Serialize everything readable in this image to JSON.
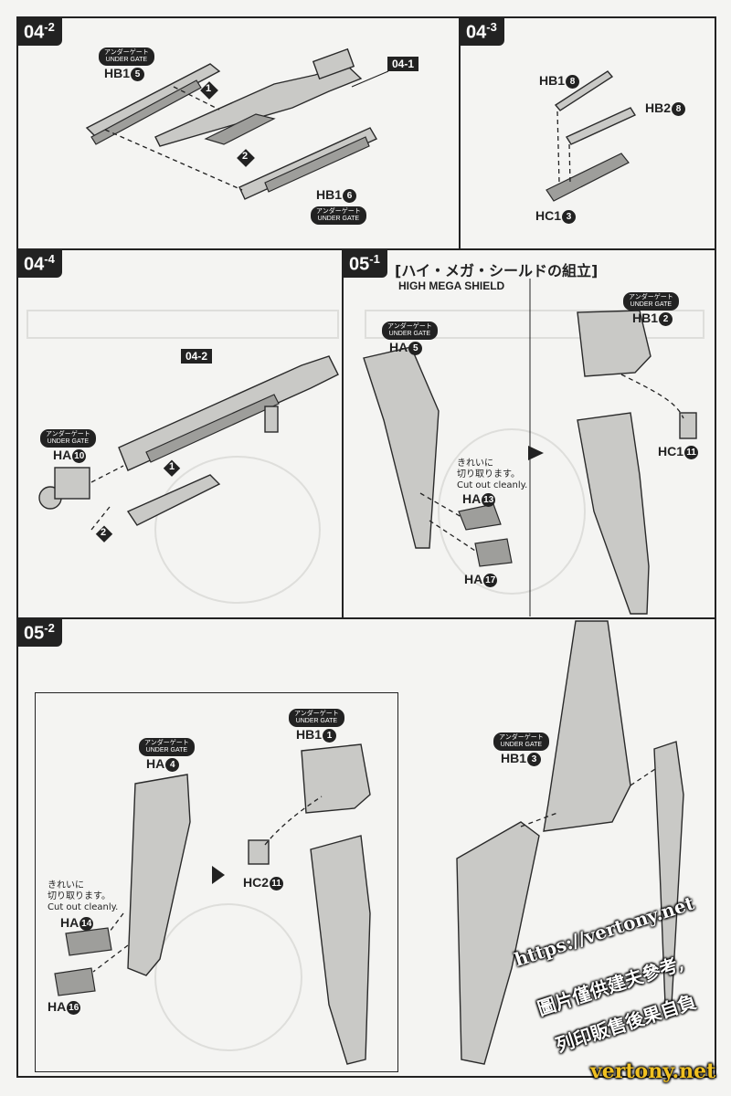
{
  "steps": {
    "s04_2": {
      "label": "04",
      "sub": "-2"
    },
    "s04_3": {
      "label": "04",
      "sub": "-3"
    },
    "s04_4": {
      "label": "04",
      "sub": "-4"
    },
    "s05_1": {
      "label": "05",
      "sub": "-1"
    },
    "s05_2": {
      "label": "05",
      "sub": "-2"
    }
  },
  "ref_tags": {
    "r04_1": "04-1",
    "r04_2": "04-2"
  },
  "gate": {
    "jp": "アンダーゲート",
    "en": "UNDER GATE"
  },
  "parts": {
    "hb1_5": {
      "code": "HB1",
      "num": "5"
    },
    "hb1_6": {
      "code": "HB1",
      "num": "6"
    },
    "hb1_8": {
      "code": "HB1",
      "num": "8"
    },
    "hb2_8": {
      "code": "HB2",
      "num": "8"
    },
    "hc1_3": {
      "code": "HC1",
      "num": "3"
    },
    "ha_10": {
      "code": "HA",
      "num": "10"
    },
    "ha_5": {
      "code": "HA",
      "num": "5"
    },
    "hb1_2": {
      "code": "HB1",
      "num": "2"
    },
    "hc1_11": {
      "code": "HC1",
      "num": "11"
    },
    "ha_13": {
      "code": "HA",
      "num": "13"
    },
    "ha_17": {
      "code": "HA",
      "num": "17"
    },
    "ha_4": {
      "code": "HA",
      "num": "4"
    },
    "hb1_1": {
      "code": "HB1",
      "num": "1"
    },
    "hc2_11": {
      "code": "HC2",
      "num": "11"
    },
    "ha_14": {
      "code": "HA",
      "num": "14"
    },
    "ha_16": {
      "code": "HA",
      "num": "16"
    },
    "hb1_3": {
      "code": "HB1",
      "num": "3"
    }
  },
  "order": {
    "one": "1",
    "two": "2"
  },
  "shield_title": {
    "jp": "[ハイ・メガ・シールドの組立]",
    "en": "HIGH MEGA SHIELD"
  },
  "cut_note": {
    "jp": "きれいに",
    "jp2": "切り取ります。",
    "en": "Cut out cleanly."
  },
  "watermark": {
    "url": "https://vertony.net",
    "line2": "圖片僅供建夫參考,",
    "line3": "列印販售後果自負",
    "brand": "vertony.net"
  }
}
